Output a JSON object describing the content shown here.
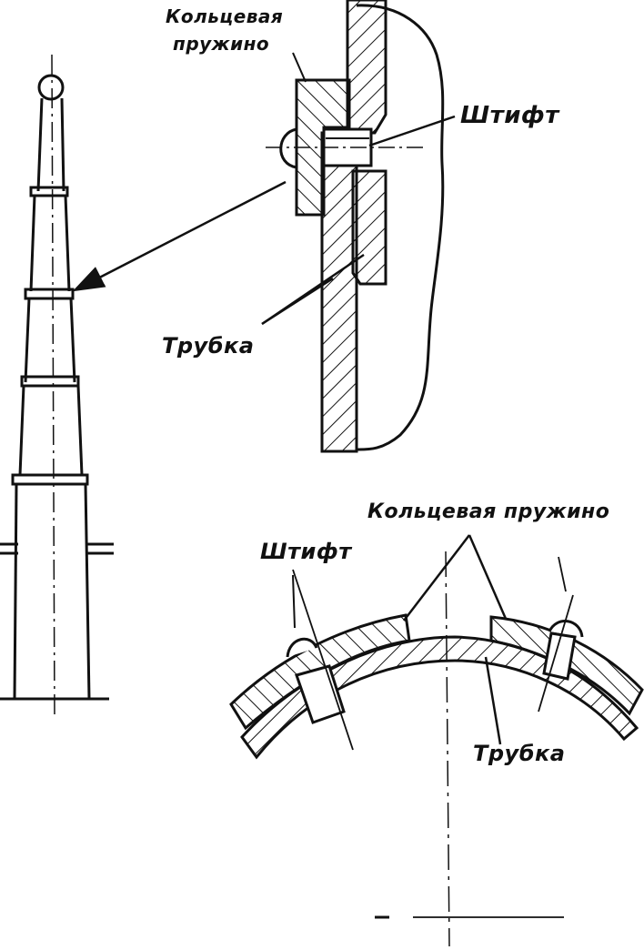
{
  "labels": {
    "ring_spring_top_line1": "Кольцевая",
    "ring_spring_top_line2": "пружино",
    "pin_top": "Штифт",
    "tube_middle": "Трубка",
    "ring_spring_bottom": "Кольцевая пружино",
    "pin_bottom": "Штифт",
    "tube_bottom": "Трубка"
  },
  "colors": {
    "ink": "#111111",
    "background": "#ffffff"
  }
}
